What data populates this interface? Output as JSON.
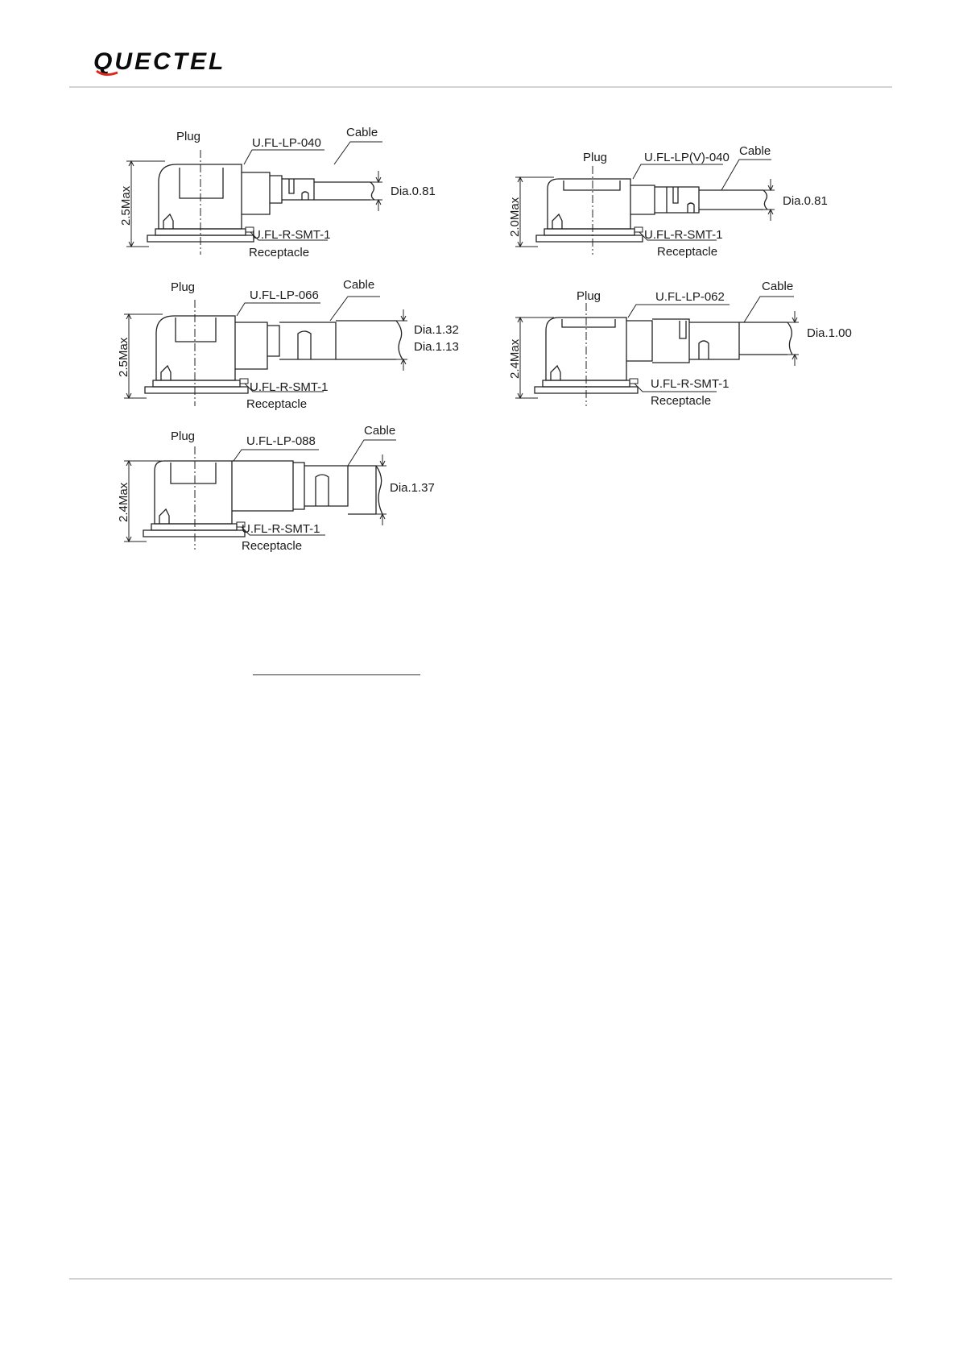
{
  "brand": {
    "name": "QUECTEL",
    "color": "#0b0b0b",
    "accent": "#e0241b"
  },
  "figures": [
    {
      "id": "lp040",
      "plug": "Plug",
      "connector": "U.FL-LP-040",
      "cable": "Cable",
      "dia1": "Dia.0.81",
      "dia2": "",
      "height": "2.5Max",
      "receptacle_part": "U.FL-R-SMT-1",
      "receptacle": "Receptacle"
    },
    {
      "id": "lpv040",
      "plug": "Plug",
      "connector": "U.FL-LP(V)-040",
      "cable": "Cable",
      "dia1": "Dia.0.81",
      "dia2": "",
      "height": "2.0Max",
      "receptacle_part": "U.FL-R-SMT-1",
      "receptacle": "Receptacle"
    },
    {
      "id": "lp066",
      "plug": "Plug",
      "connector": "U.FL-LP-066",
      "cable": "Cable",
      "dia1": "Dia.1.32",
      "dia2": "Dia.1.13",
      "height": "2.5Max",
      "receptacle_part": "U.FL-R-SMT-1",
      "receptacle": "Receptacle"
    },
    {
      "id": "lp062",
      "plug": "Plug",
      "connector": "U.FL-LP-062",
      "cable": "Cable",
      "dia1": "Dia.1.00",
      "dia2": "",
      "height": "2.4Max",
      "receptacle_part": "U.FL-R-SMT-1",
      "receptacle": "Receptacle"
    },
    {
      "id": "lp088",
      "plug": "Plug",
      "connector": "U.FL-LP-088",
      "cable": "Cable",
      "dia1": "Dia.1.37",
      "dia2": "",
      "height": "2.4Max",
      "receptacle_part": "U.FL-R-SMT-1",
      "receptacle": "Receptacle"
    }
  ]
}
